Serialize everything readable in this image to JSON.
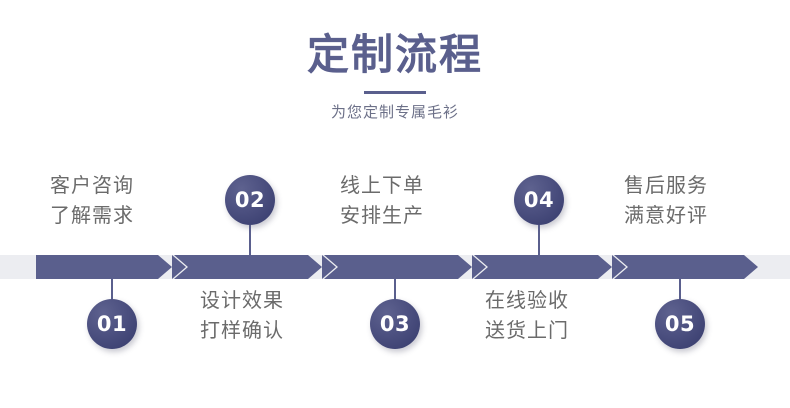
{
  "header": {
    "title": "定制流程",
    "subtitle": "为您定制专属毛衫",
    "title_color": "#5a5f8d",
    "subtitle_color": "#6c7088",
    "divider_color": "#5a5f8d"
  },
  "flow": {
    "bar_color": "#5a5f8d",
    "bar_tail_color": "#ecedf1",
    "circle_color": "#3b4070",
    "text_color": "#6b6b6b",
    "steps": [
      {
        "number": "01",
        "line1": "客户咨询",
        "line2": "了解需求",
        "number_position": "below",
        "text_position": "above"
      },
      {
        "number": "02",
        "line1": "设计效果",
        "line2": "打样确认",
        "number_position": "above",
        "text_position": "below"
      },
      {
        "number": "03",
        "line1": "线上下单",
        "line2": "安排生产",
        "number_position": "below",
        "text_position": "above"
      },
      {
        "number": "04",
        "line1": "在线验收",
        "line2": "送货上门",
        "number_position": "above",
        "text_position": "below"
      },
      {
        "number": "05",
        "line1": "售后服务",
        "line2": "满意好评",
        "number_position": "below",
        "text_position": "above"
      }
    ]
  }
}
